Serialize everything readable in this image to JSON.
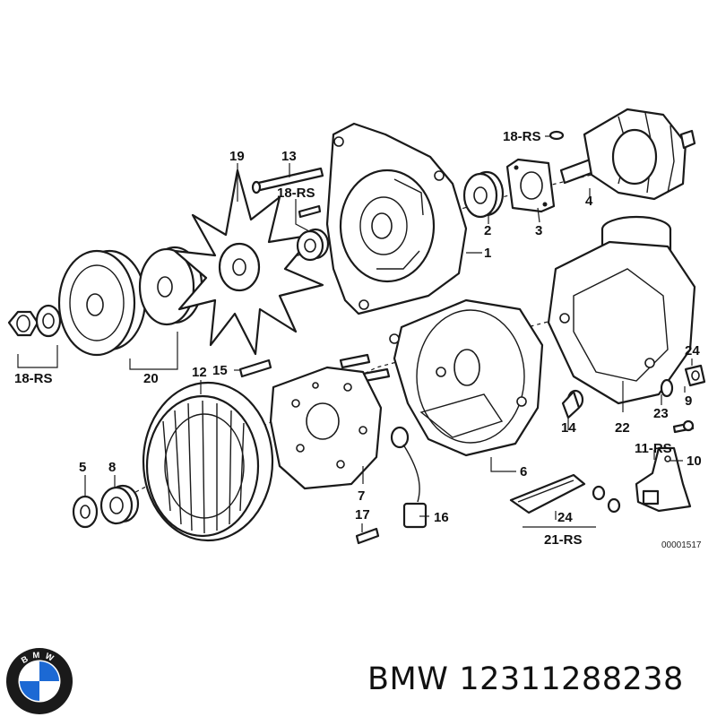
{
  "diagram": {
    "labels": {
      "l1": "1",
      "l2": "2",
      "l3": "3",
      "l4": "4",
      "l5": "5",
      "l6": "6",
      "l7": "7",
      "l8": "8",
      "l9": "9",
      "l10": "10",
      "l12": "12",
      "l13": "13",
      "l14": "14",
      "l15": "15",
      "l16": "16",
      "l17": "17",
      "l19": "19",
      "l20": "20",
      "l22": "22",
      "l23": "23",
      "l24a": "24",
      "l24b": "24",
      "rs18a": "18-RS",
      "rs18b": "18-RS",
      "rs18c": "18-RS",
      "rs11": "11-RS",
      "rs21": "21-RS"
    },
    "drawing_code": "00001517"
  },
  "brand": {
    "logo_letters": "BMW",
    "logo_colors": {
      "blue": "#1c69d4",
      "ring": "#1a1a1a",
      "white": "#ffffff"
    }
  },
  "caption": {
    "brand": "BMW",
    "part_number": "12311288238"
  }
}
